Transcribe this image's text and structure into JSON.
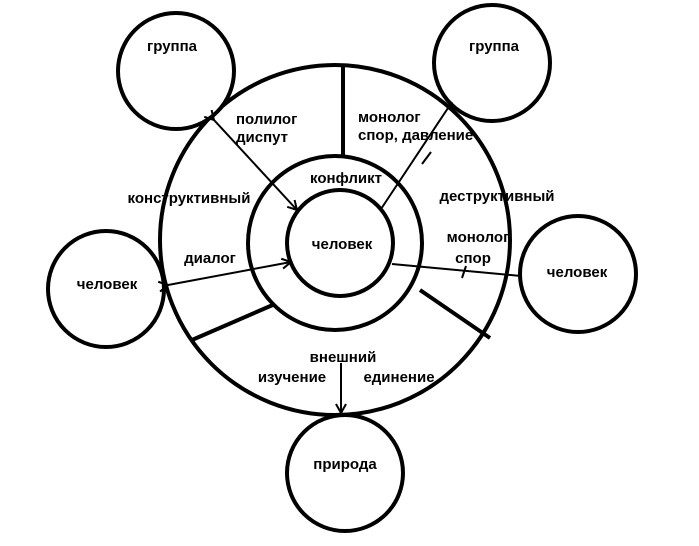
{
  "nodes": {
    "center": "человек",
    "top_left": "группа",
    "top_right": "группа",
    "left": "человек",
    "right": "человек",
    "bottom": "природа"
  },
  "ring_labels": {
    "conflict": "конфликт",
    "constructive": "конструктивный",
    "destructive": "деструктивный",
    "external": "внешний"
  },
  "edge_labels": {
    "polylog": "полилог",
    "dispute": "диспут",
    "monolog_top": "монолог",
    "argument_pressure": "спор, давление",
    "dialog": "диалог",
    "monolog_right": "монолог",
    "argument": "спор",
    "study": "изучение",
    "unity": "единение"
  }
}
